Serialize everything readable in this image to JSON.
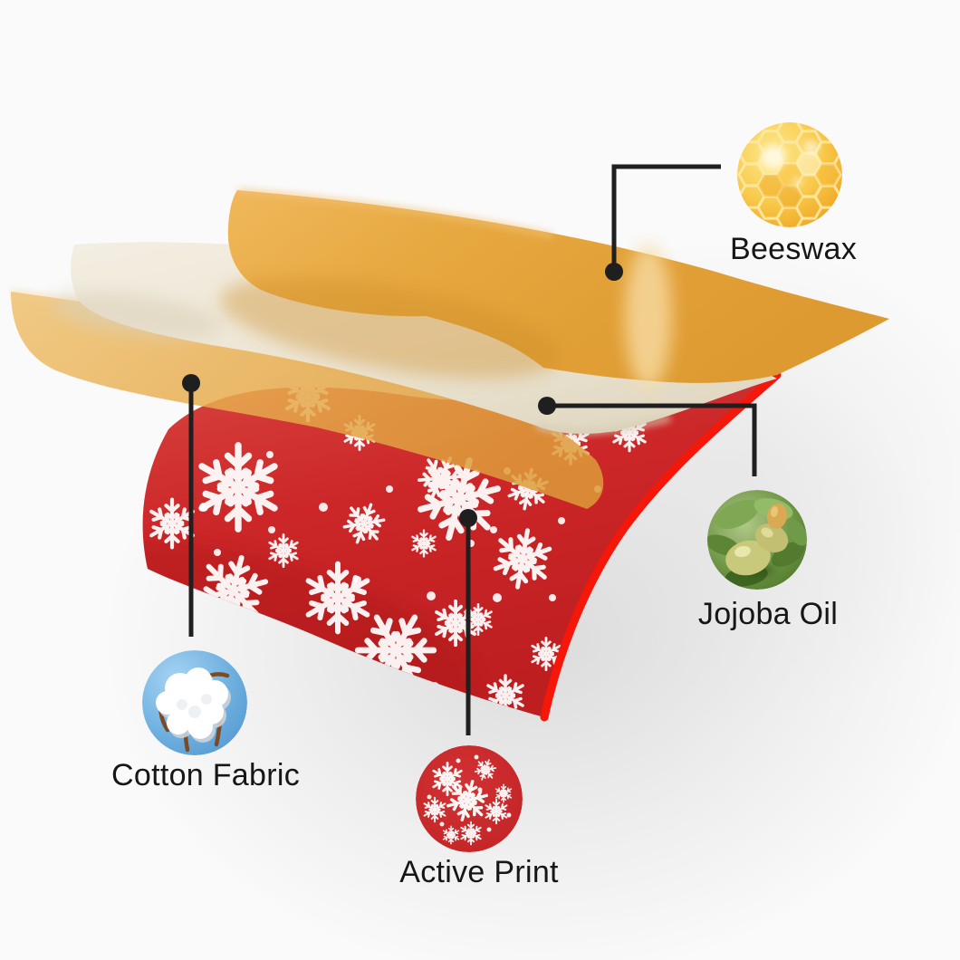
{
  "callouts": [
    {
      "id": "beeswax",
      "label": "Beeswax",
      "icon": "honeycomb-beeswax-photo"
    },
    {
      "id": "jojoba-oil",
      "label": "Jojoba Oil",
      "icon": "jojoba-plant-photo"
    },
    {
      "id": "cotton-fabric",
      "label": "Cotton Fabric",
      "icon": "cotton-boll-photo"
    },
    {
      "id": "active-print",
      "label": "Active Print",
      "icon": "red-snowflake-print-swatch"
    }
  ],
  "layers": [
    {
      "name": "beeswax-sheet",
      "color": "#e5a23b"
    },
    {
      "name": "jojoba-oil-sheet",
      "color": "#efe8d8"
    },
    {
      "name": "cotton-fabric-sheet",
      "color": "#e9b35c"
    },
    {
      "name": "active-print-sheet",
      "color": "#ce2a2b",
      "pattern": "white-snowflakes",
      "edge_color": "#f5170a"
    }
  ],
  "style": {
    "callout_line_color": "#1f1f1f",
    "label_text_color": "#161616",
    "background": "#fafafa"
  }
}
